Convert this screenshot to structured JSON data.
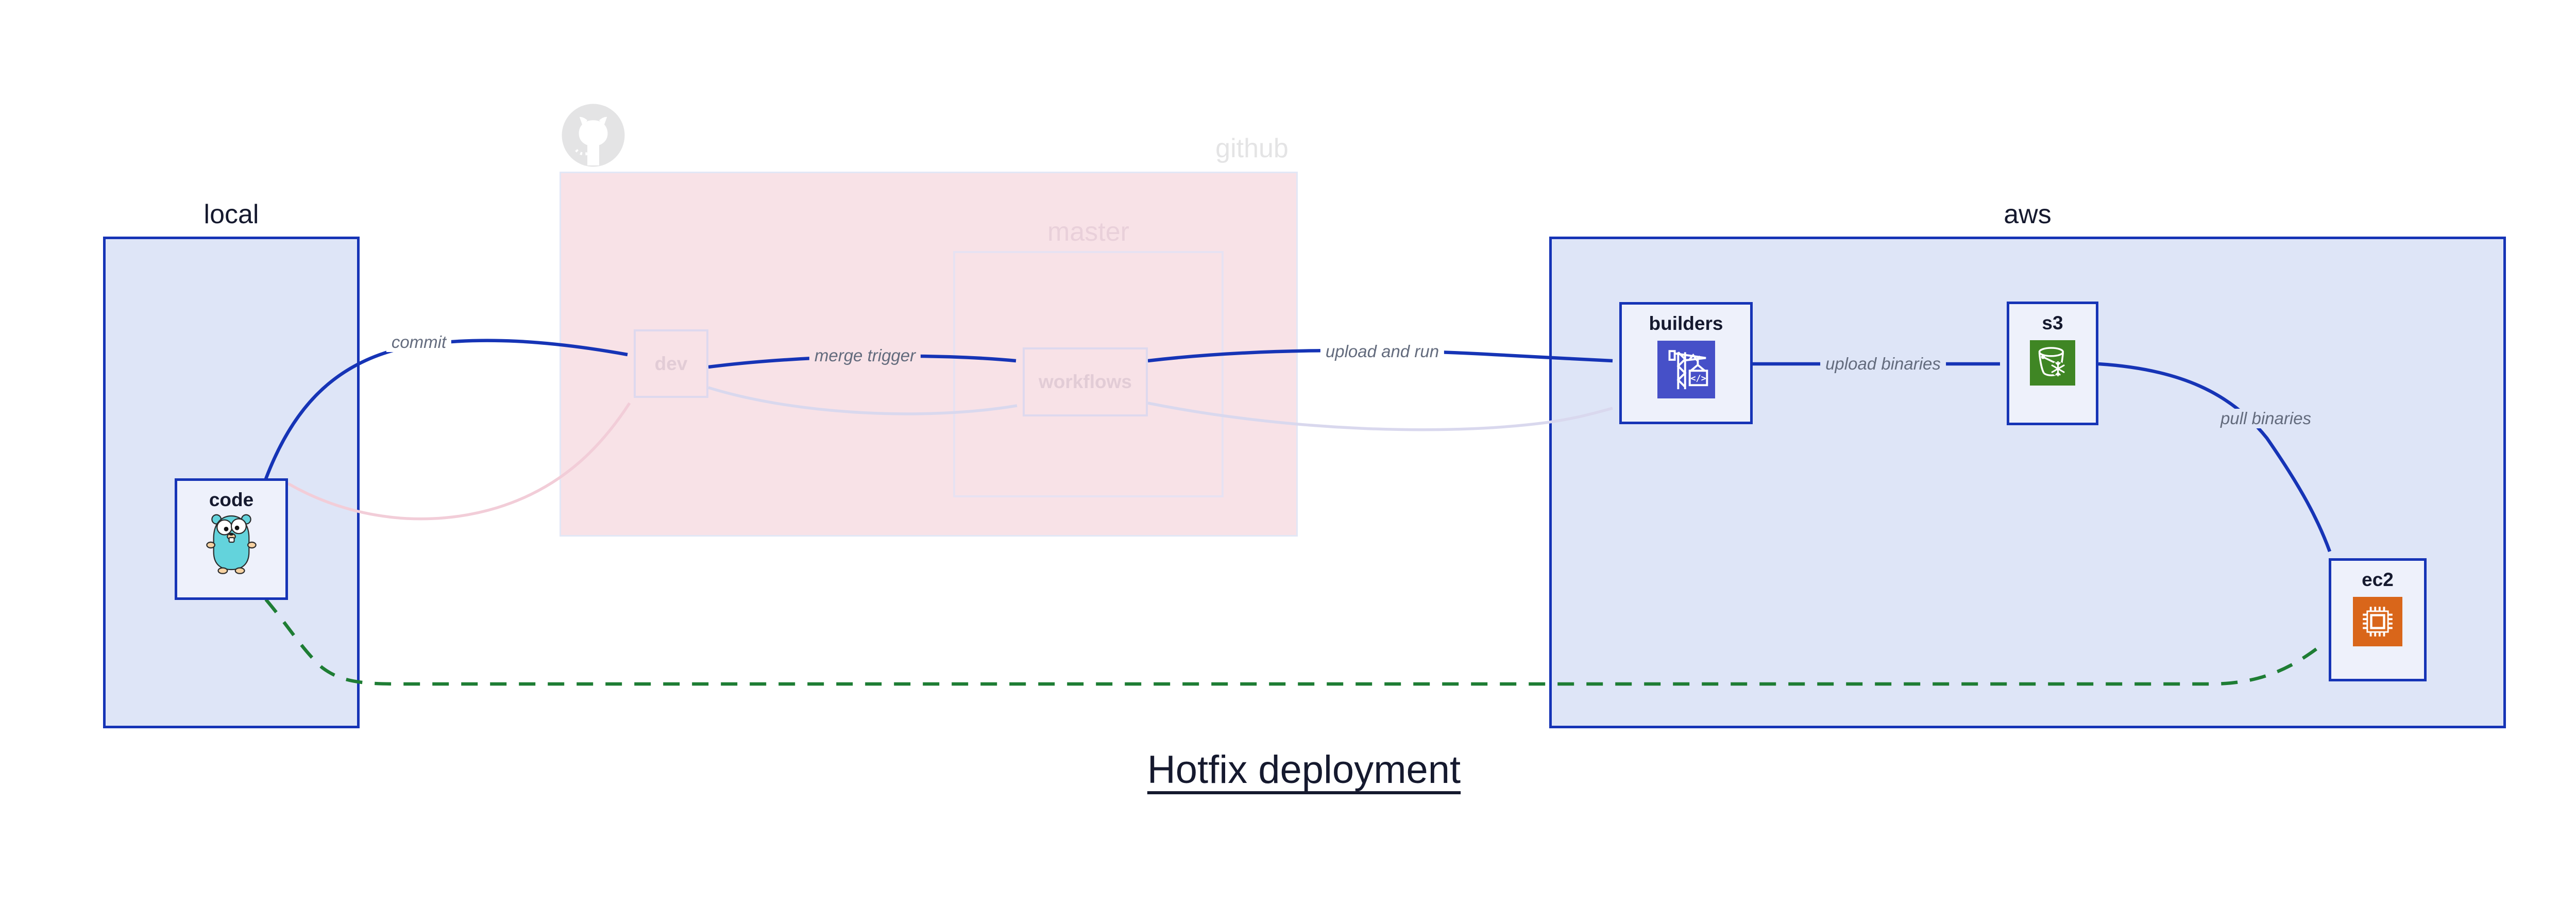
{
  "diagram_title": "Hotfix deployment",
  "containers": {
    "local": {
      "label": "local"
    },
    "github": {
      "label": "github",
      "master": {
        "label": "master"
      }
    },
    "aws": {
      "label": "aws"
    }
  },
  "nodes": {
    "code": {
      "label": "code",
      "icon": "go-gopher-icon"
    },
    "dev": {
      "label": "dev",
      "state": "faded"
    },
    "workflows": {
      "label": "workflows",
      "state": "faded"
    },
    "builders": {
      "label": "builders",
      "icon": "aws-codebuild-icon",
      "icon_color": "#4650c8"
    },
    "s3": {
      "label": "s3",
      "icon": "aws-s3-glacier-bucket-icon",
      "icon_color": "#3f8624"
    },
    "ec2": {
      "label": "ec2",
      "icon": "aws-ec2-chip-icon",
      "icon_color": "#d9661a"
    }
  },
  "edges": {
    "commit": {
      "label": "commit",
      "from": "code",
      "to": "dev",
      "style": "solid-blue"
    },
    "merge_trigger": {
      "label": "merge trigger",
      "from": "dev",
      "to": "workflows",
      "style": "solid-blue"
    },
    "upload_and_run": {
      "label": "upload and run",
      "from": "workflows",
      "to": "builders",
      "style": "solid-blue"
    },
    "upload_binaries": {
      "label": "upload binaries",
      "from": "builders",
      "to": "s3",
      "style": "solid-blue"
    },
    "pull_binaries": {
      "label": "pull binaries",
      "from": "s3",
      "to": "ec2",
      "style": "solid-blue"
    },
    "code_to_dev_faded": {
      "from": "code",
      "to": "dev",
      "style": "faded-pink"
    },
    "dev_to_workflows_faded": {
      "from": "dev",
      "to": "workflows",
      "style": "faded-lavender"
    },
    "workflows_to_builders_faded": {
      "from": "workflows",
      "to": "builders",
      "style": "faded-lavender"
    },
    "hotfix_direct_deploy": {
      "from": "code",
      "to": "ec2",
      "style": "dashed-green"
    }
  },
  "watermark": {
    "icon": "github-octocat-icon"
  },
  "colors": {
    "active_border": "#1634b6",
    "container_fill": "#dee5f7",
    "node_fill": "#eef1fb",
    "github_fill": "#f8e2e7",
    "faded_border": "#ded9ee",
    "faded_text": "#e2ccd6",
    "watermark_gray": "#e4e4e5",
    "edge_label_text": "#636b7d",
    "green_dashed": "#1e7d34",
    "codebuild_tile": "#4650c8",
    "s3_tile": "#3f8624",
    "ec2_tile": "#d9661a",
    "dark_text": "#15192e"
  }
}
